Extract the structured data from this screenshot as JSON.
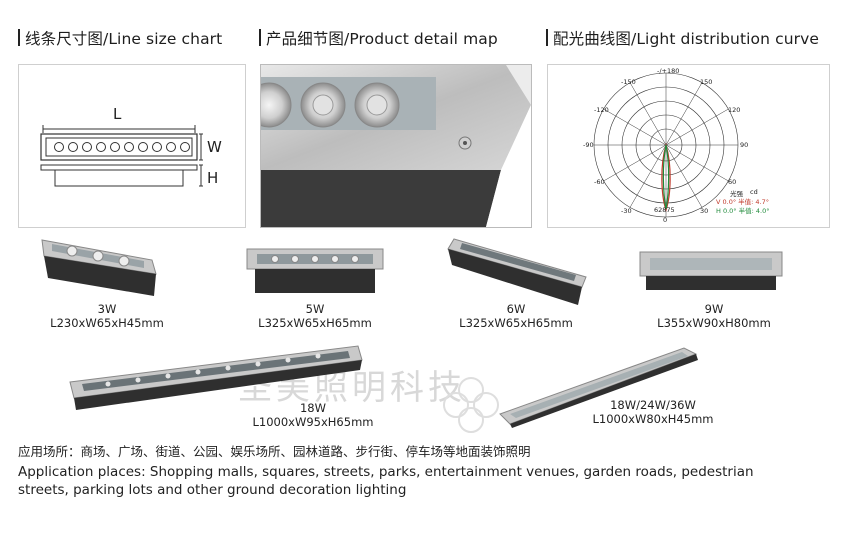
{
  "headers": {
    "size_chart": "线条尺寸图/Line size chart",
    "detail_map": "产品细节图/Product detail map",
    "light_curve": "配光曲线图/Light distribution curve"
  },
  "size_chart": {
    "label_l": "L",
    "label_w": "W",
    "label_h": "H"
  },
  "polar": {
    "top_label": "-/+180",
    "angles_left": [
      "-150",
      "-120",
      "-90",
      "-60",
      "-30"
    ],
    "angles_right": [
      "150",
      "120",
      "90",
      "60",
      "30"
    ],
    "bottom_label": "0",
    "intensity": "62875",
    "unit": "cd",
    "legend_title": "光强",
    "legend_v": "V 0.0°  半值: 4.7°",
    "legend_h": "H 0.0°  半值: 4.0°",
    "colors": {
      "v": "#c0392b",
      "h": "#1f8a3a"
    }
  },
  "products": [
    {
      "power": "3W",
      "dims": "L230xW65xH45mm"
    },
    {
      "power": "5W",
      "dims": "L325xW65xH65mm"
    },
    {
      "power": "6W",
      "dims": "L325xW65xH65mm"
    },
    {
      "power": "9W",
      "dims": "L355xW90xH80mm"
    },
    {
      "power": "18W",
      "dims": "L1000xW95xH65mm"
    },
    {
      "power": "18W/24W/36W",
      "dims": "L1000xW80xH45mm"
    }
  ],
  "watermark": {
    "text_cn": "圣美照明科技"
  },
  "application": {
    "cn": "应用场所：商场、广场、街道、公园、娱乐场所、园林道路、步行街、停车场等地面装饰照明",
    "en_line1": "Application places: Shopping malls, squares, streets, parks, entertainment venues, garden roads, pedestrian",
    "en_line2": "streets, parking lots and other ground decoration lighting"
  }
}
